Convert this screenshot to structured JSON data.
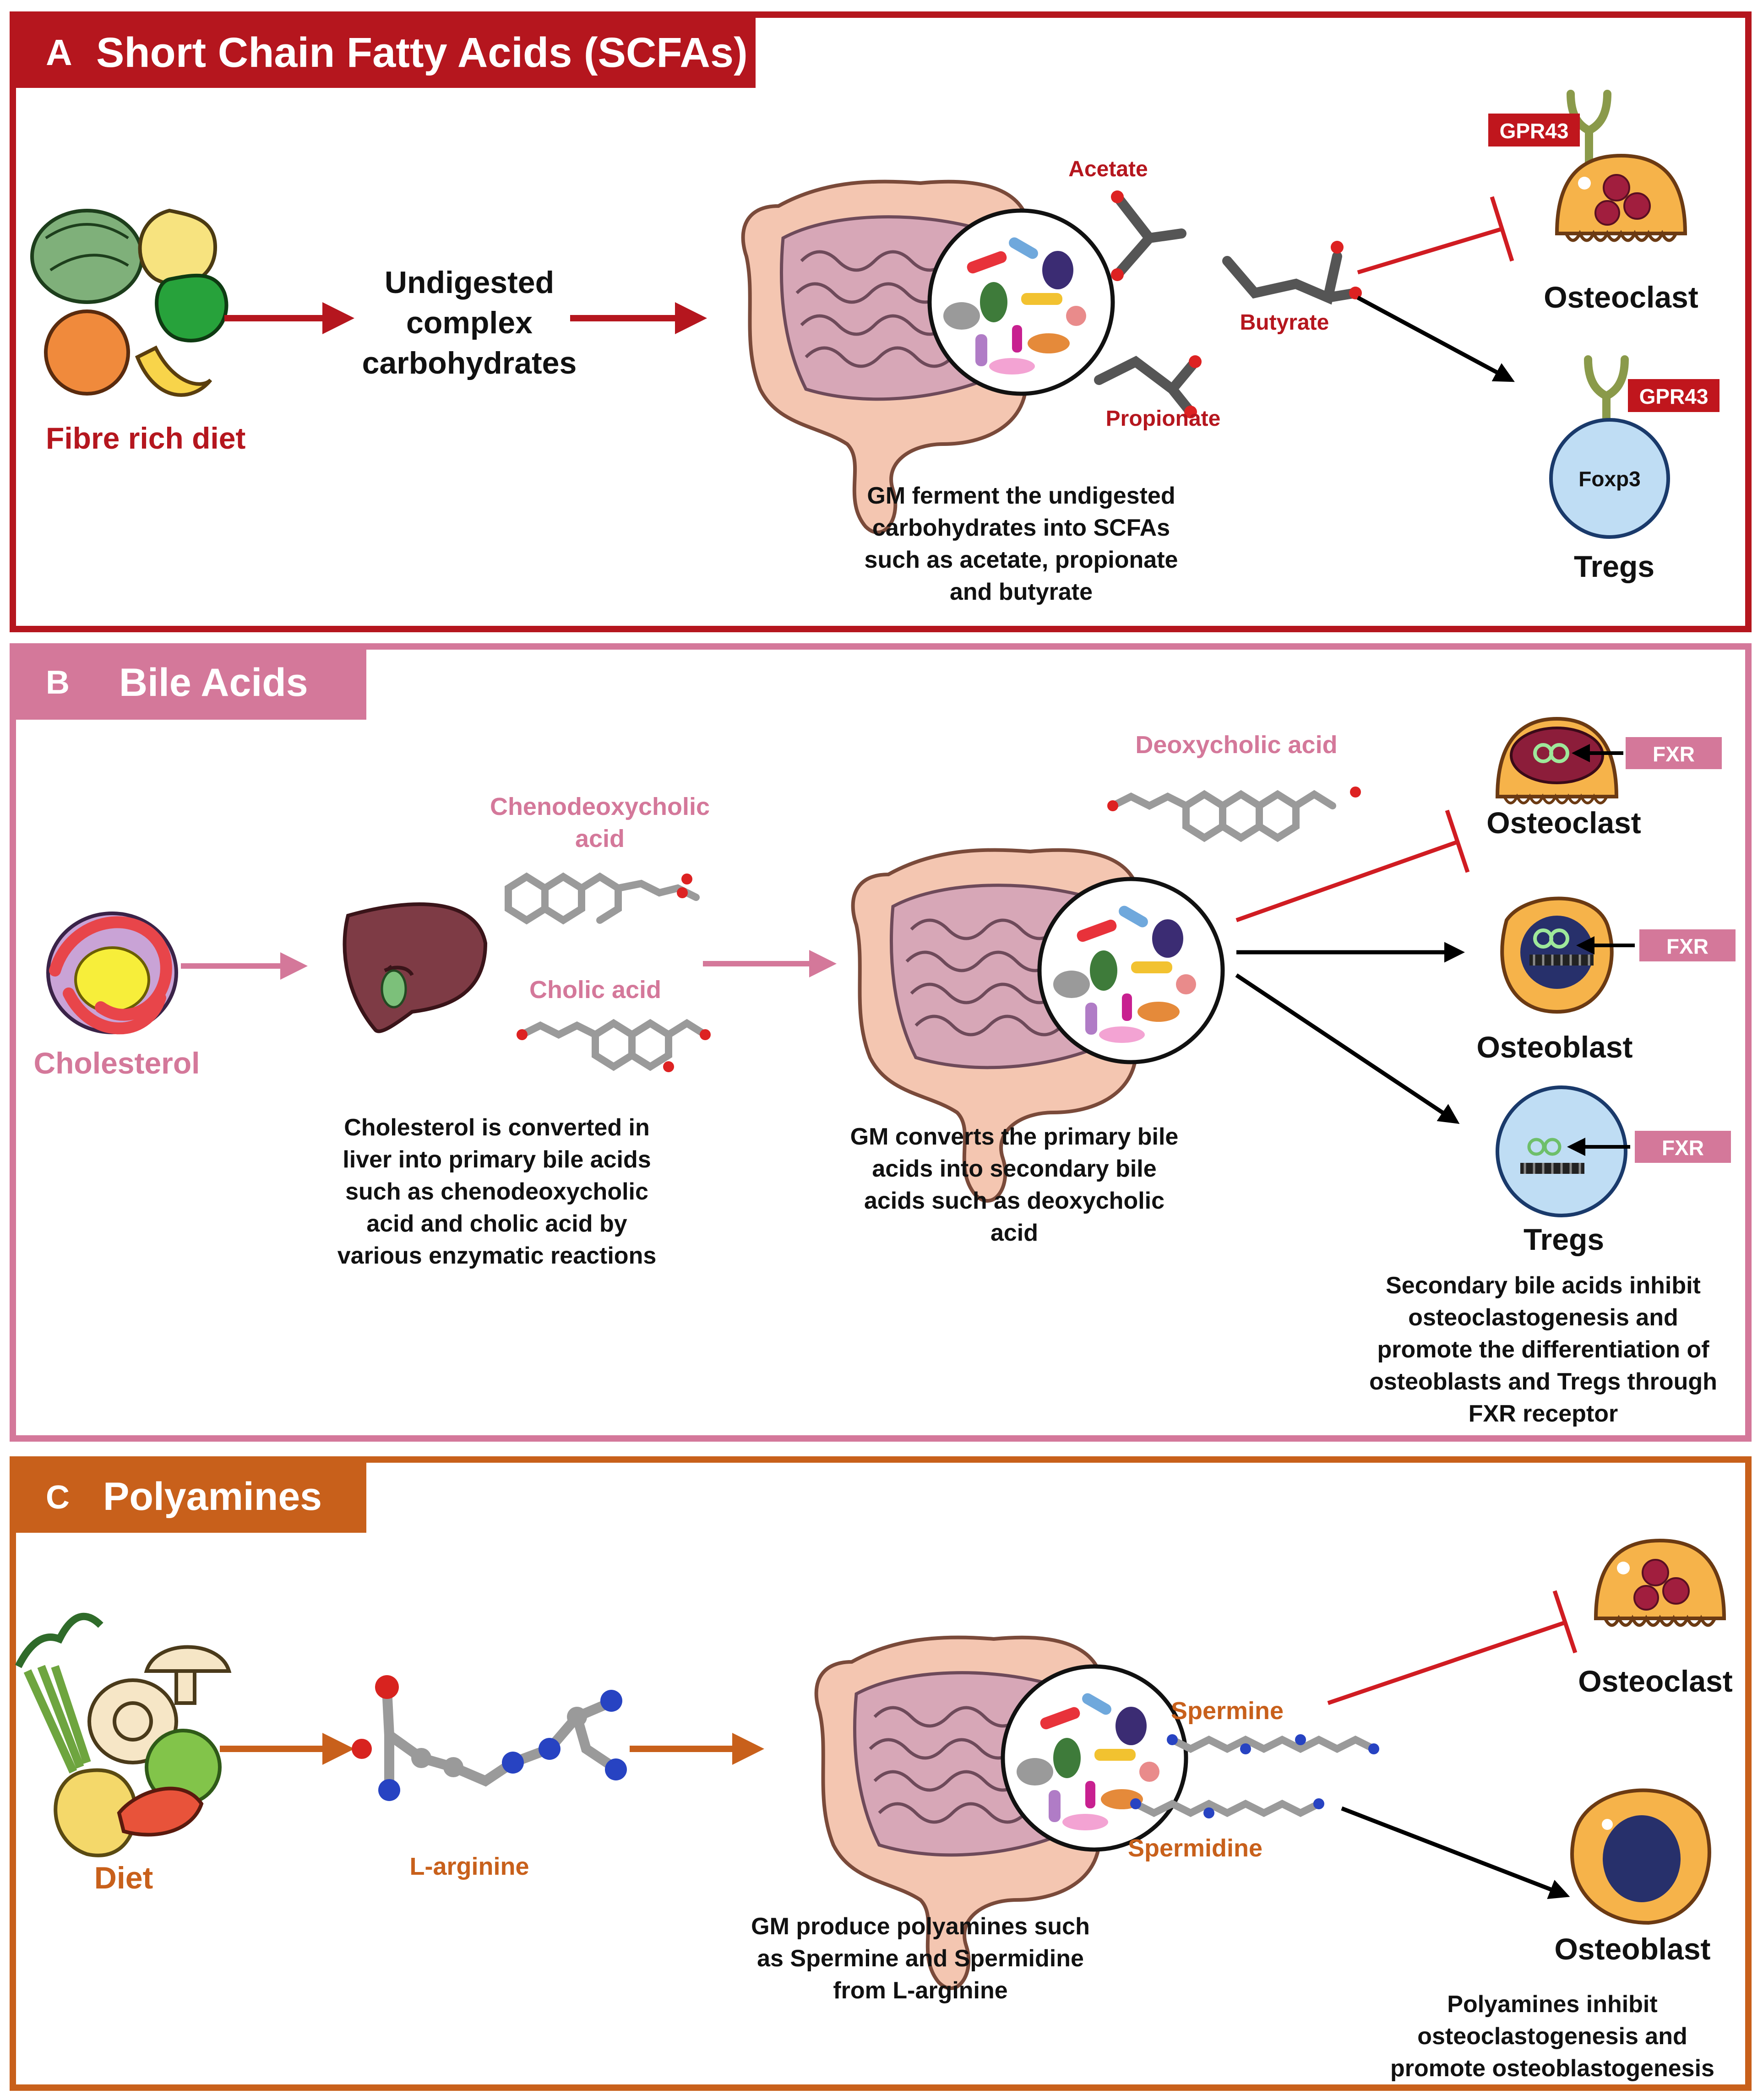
{
  "colors": {
    "panel_a": "#B5161E",
    "panel_b": "#D4789A",
    "panel_c": "#C8601B",
    "arrow_black": "#000000",
    "inhibit_red": "#D01C22",
    "osteoclast_fill": "#F6B34A",
    "treg_fill": "#BFDDF4",
    "osteoblast_nucleus": "#27306B"
  },
  "panel_a": {
    "letter": "A",
    "title": "Short Chain Fatty Acids (SCFAs)",
    "diet_label": "Fibre rich diet",
    "carb_line1": "Undigested",
    "carb_line2": "complex",
    "carb_line3": "carbohydrates",
    "acetate": "Acetate",
    "propionate": "Propionate",
    "butyrate": "Butyrate",
    "receptor1": "GPR43",
    "receptor2": "GPR43",
    "osteoclast": "Osteoclast",
    "foxp3": "Foxp3",
    "tregs": "Tregs",
    "caption_line1": "GM ferment the undigested",
    "caption_line2": "carbohydrates into SCFAs",
    "caption_line3": "such as acetate, propionate",
    "caption_line4": "and butyrate"
  },
  "panel_b": {
    "letter": "B",
    "title": "Bile Acids",
    "cholesterol": "Cholesterol",
    "cdca_line1": "Chenodeoxycholic",
    "cdca_line2": "acid",
    "cholic": "Cholic acid",
    "deoxycholic": "Deoxycholic acid",
    "fxr1": "FXR",
    "fxr2": "FXR",
    "fxr3": "FXR",
    "osteoclast": "Osteoclast",
    "osteoblast": "Osteoblast",
    "tregs": "Tregs",
    "caption1_line1": "Cholesterol is converted in",
    "caption1_line2": "liver into primary bile acids",
    "caption1_line3": "such as chenodeoxycholic",
    "caption1_line4": "acid and cholic acid by",
    "caption1_line5": "various enzymatic reactions",
    "caption2_line1": "GM converts the primary bile",
    "caption2_line2": "acids into secondary bile",
    "caption2_line3": "acids such as deoxycholic",
    "caption2_line4": "acid",
    "caption3_line1": "Secondary bile acids inhibit",
    "caption3_line2": "osteoclastogenesis and",
    "caption3_line3": "promote the differentiation of",
    "caption3_line4": "osteoblasts and Tregs through",
    "caption3_line5": "FXR receptor"
  },
  "panel_c": {
    "letter": "C",
    "title": "Polyamines",
    "diet": "Diet",
    "larginine": "L-arginine",
    "spermine": "Spermine",
    "spermidine": "Spermidine",
    "osteoclast": "Osteoclast",
    "osteoblast": "Osteoblast",
    "caption1_line1": "GM produce polyamines such",
    "caption1_line2": "as Spermine and Spermidine",
    "caption1_line3": "from L-arginine",
    "caption2_line1": "Polyamines inhibit",
    "caption2_line2": "osteoclastogenesis and",
    "caption2_line3": "promote osteoblastogenesis"
  }
}
